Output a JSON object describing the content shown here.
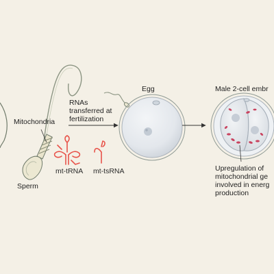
{
  "labels": {
    "mitochondria": "Mitochondria",
    "sperm": "Sperm",
    "rnas_line1": "RNAs",
    "rnas_line2": "transferred at",
    "rnas_line3": "fertilization",
    "mt_trna": "mt-tRNA",
    "mt_tsrna": "mt-tsRNA",
    "egg": "Egg",
    "male_embryo": "Male 2-cell embr",
    "upregulation_line1": "Upregulation of",
    "upregulation_line2": "mitochondrial ge",
    "upregulation_line3": "involved in energ",
    "upregulation_line4": "production"
  },
  "colors": {
    "background": "#f4f0e6",
    "rna_red": "#e8534a",
    "mito_red": "#c9435f",
    "outline": "#6f7a6a",
    "cell_fill": "#e6eaee",
    "arrow": "#333333"
  }
}
